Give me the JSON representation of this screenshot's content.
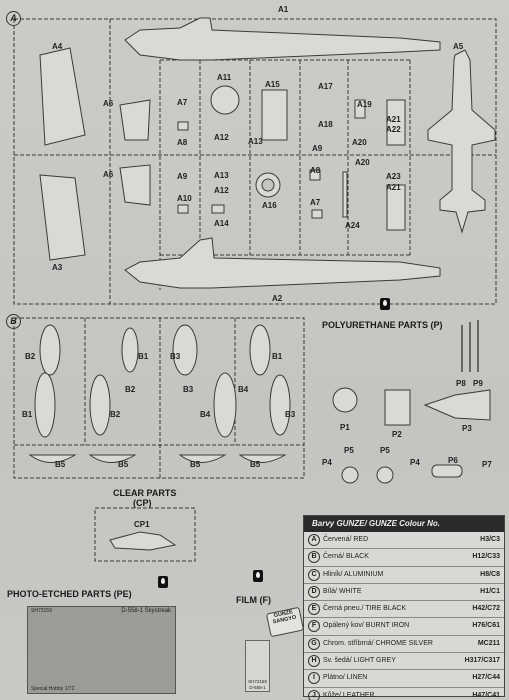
{
  "sprues": {
    "a": "A",
    "b": "B"
  },
  "sprue_a": {
    "parts": [
      "A1",
      "A2",
      "A3",
      "A4",
      "A5",
      "A6",
      "A6",
      "A7",
      "A7",
      "A8",
      "A8",
      "A9",
      "A9",
      "A10",
      "A11",
      "A12",
      "A12",
      "A13",
      "A13",
      "A14",
      "A15",
      "A16",
      "A17",
      "A18",
      "A19",
      "A20",
      "A20",
      "A21",
      "A22",
      "A21",
      "A23",
      "A24"
    ]
  },
  "sprue_b": {
    "parts": [
      "B2",
      "B1",
      "B3",
      "B1",
      "B2",
      "B1",
      "B2",
      "B3",
      "B4",
      "B4",
      "B3",
      "B5",
      "B5",
      "B5",
      "B5"
    ]
  },
  "poly": {
    "title": "POLYURETHANE PARTS (P)",
    "parts": [
      "P1",
      "P2",
      "P3",
      "P4",
      "P5",
      "P5",
      "P4",
      "P6",
      "P7",
      "P8",
      "P9"
    ]
  },
  "clear": {
    "title": "CLEAR PARTS",
    "subtitle": "(CP)",
    "part": "CP1"
  },
  "photo_etched": {
    "title": "PHOTO-ETCHED PARTS (PE)",
    "code": "SH72159",
    "name": "D-558-1 Skystreak",
    "maker": "Special Hobby 1/72"
  },
  "film": {
    "title": "FILM (F)",
    "code": "SH72159",
    "sub": "D-558-1"
  },
  "gunze_logo": {
    "line1": "GUNZE",
    "line2": "SANGYO"
  },
  "colour_table": {
    "title": "Barvy GUNZE/ GUNZE Colour No.",
    "rows": [
      {
        "key": "A",
        "name": "Červená/ RED",
        "code": "H3/C3"
      },
      {
        "key": "B",
        "name": "Černá/ BLACK",
        "code": "H12/C33"
      },
      {
        "key": "C",
        "name": "Hliník/ ALUMINIUM",
        "code": "H8/C8"
      },
      {
        "key": "D",
        "name": "Bílá/ WHITE",
        "code": "H1/C1"
      },
      {
        "key": "E",
        "name": "Černá pneu./ TIRE BLACK",
        "code": "H42/C72"
      },
      {
        "key": "F",
        "name": "Opálený kov/ BURNT IRON",
        "code": "H76/C61"
      },
      {
        "key": "G",
        "name": "Chrom. stříbrná/ CHROME SILVER",
        "code": "MC211"
      },
      {
        "key": "H",
        "name": "Sv. šedá/ LIGHT GREY",
        "code": "H317/C317"
      },
      {
        "key": "I",
        "name": "Plátno/ LINEN",
        "code": "H27/C44"
      },
      {
        "key": "J",
        "name": "Kůže/ LEATHER",
        "code": "H47/C41"
      }
    ]
  }
}
